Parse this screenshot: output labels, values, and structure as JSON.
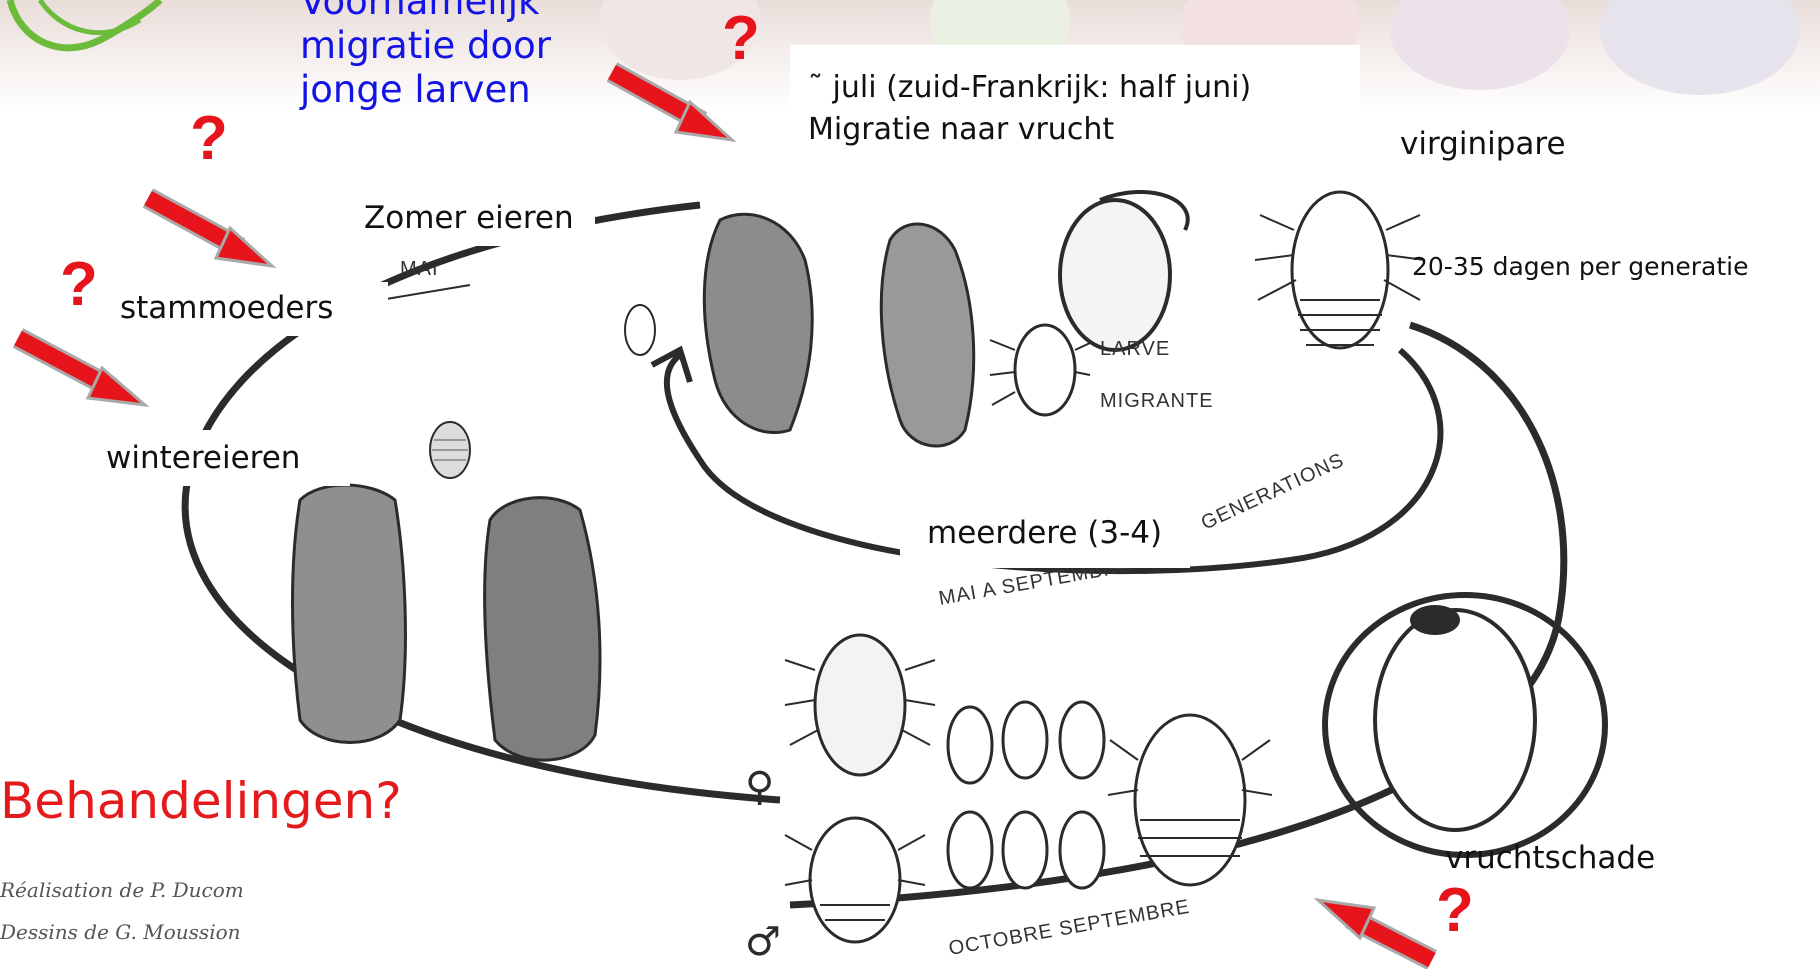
{
  "header_text": {
    "line1": "Voornamelijk",
    "line2": "migratie door",
    "line3": "jonge larven"
  },
  "question_mark": "?",
  "labels": {
    "july_line1": "˜ juli (zuid-Frankrijk: half juni)",
    "july_line2": "Migratie naar vrucht",
    "virginipare": "virginipare",
    "generation_days": "20-35 dagen per generatie",
    "summer_eggs": "Zomer eieren",
    "stem_mothers": "stammoeders",
    "winter_eggs": "wintereieren",
    "generations_count": "meerdere (3-4)",
    "fruit_damage": "vruchtschade",
    "treatments": "Behandelingen?"
  },
  "diagram_text": {
    "mai": "MAI",
    "larve": "LARVE",
    "migrante": "MIGRANTE",
    "generations": "GENERATIONS",
    "mai_a_septembre": "MAI A SEPTEMBRE",
    "octobre_septembre": "OCTOBRE SEPTEMBRE",
    "female": "♀",
    "male": "♂"
  },
  "credits": {
    "line1": "Réalisation de P. Ducom",
    "line2": "Dessins de G. Moussion"
  },
  "colors": {
    "arrow_red": "#e8141b",
    "question_red": "#e8141b",
    "blue_text": "#1313e6",
    "treatments_red": "#e41a1c",
    "drawing_ink": "#2b2b2b"
  }
}
